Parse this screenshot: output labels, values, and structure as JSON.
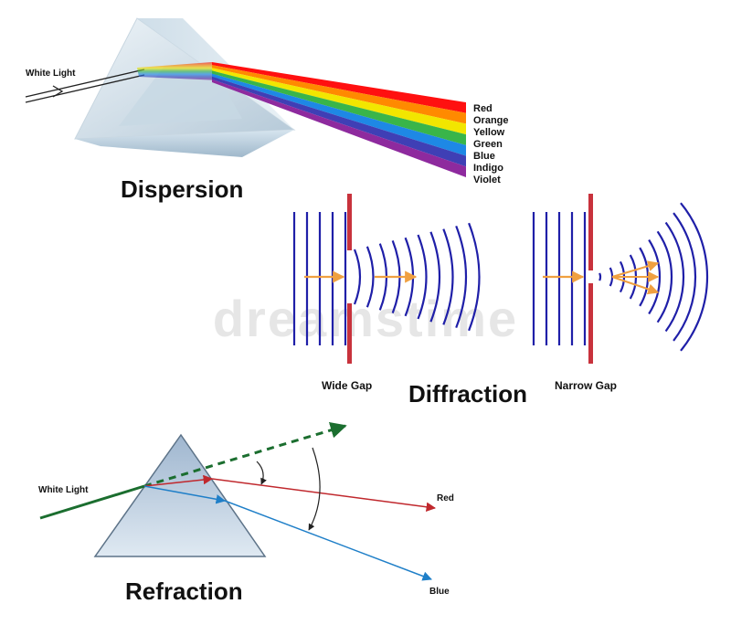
{
  "dispersion": {
    "title": "Dispersion",
    "input_label": "White Light",
    "colors": [
      {
        "name": "Red",
        "hex": "#ff1010"
      },
      {
        "name": "Orange",
        "hex": "#ff8a00"
      },
      {
        "name": "Yellow",
        "hex": "#f2e600"
      },
      {
        "name": "Green",
        "hex": "#39b54a"
      },
      {
        "name": "Blue",
        "hex": "#1e88e5"
      },
      {
        "name": "Indigo",
        "hex": "#3f3fb5"
      },
      {
        "name": "Violet",
        "hex": "#8e2a9e"
      }
    ]
  },
  "diffraction": {
    "title": "Diffraction",
    "wide_gap_label": "Wide Gap",
    "narrow_gap_label": "Narrow Gap",
    "wave_color": "#1f1fa8",
    "barrier_color": "#c8323c",
    "arrow_color": "#f0a040"
  },
  "refraction": {
    "title": "Refraction",
    "input_label": "White Light",
    "red_label": "Red",
    "blue_label": "Blue",
    "input_color": "#1b6e2f",
    "red_color": "#c0282d",
    "blue_color": "#1f7fc8",
    "dashed_color": "#1b6e2f"
  },
  "watermark": "dreamstime"
}
